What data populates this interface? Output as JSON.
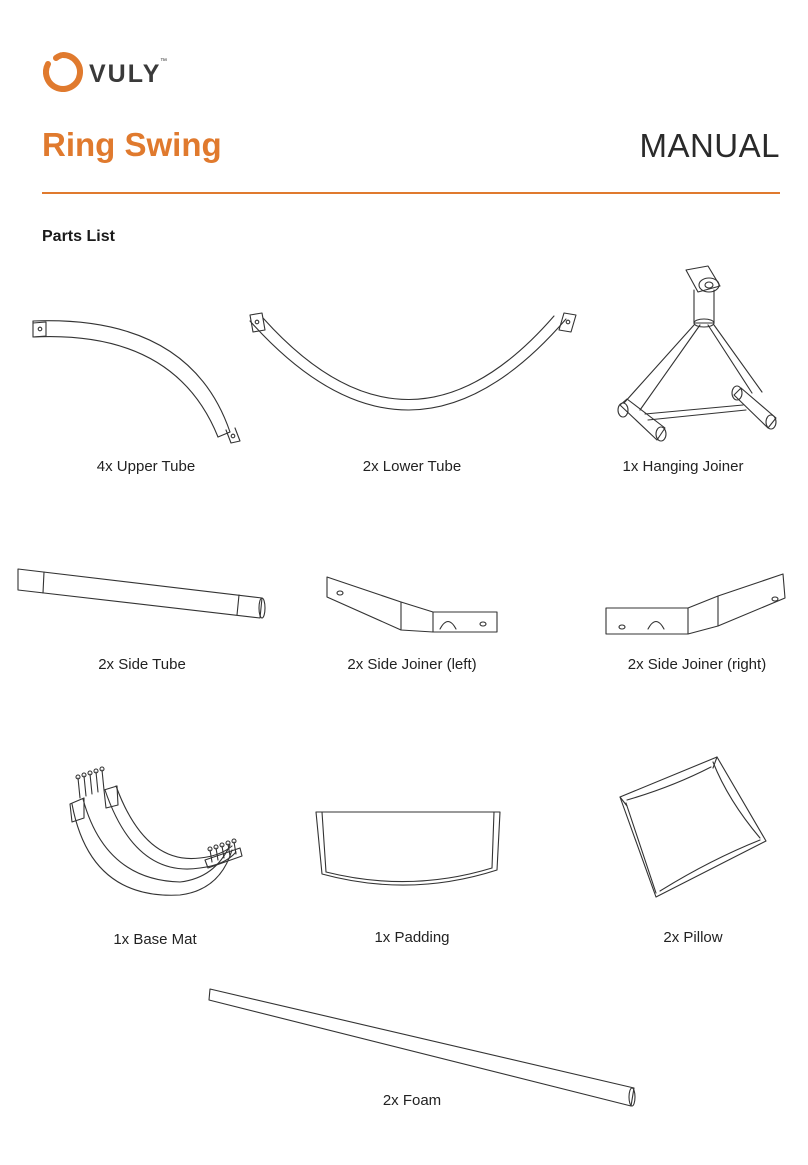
{
  "brand": {
    "name": "VULY",
    "trademark": "™"
  },
  "header": {
    "title": "Ring Swing",
    "doc_type": "MANUAL"
  },
  "section_title": "Parts List",
  "colors": {
    "accent": "#e07a2e",
    "text": "#1a1a1a"
  },
  "parts": [
    {
      "label": "4x Upper Tube"
    },
    {
      "label": "2x Lower Tube"
    },
    {
      "label": "1x Hanging Joiner"
    },
    {
      "label": "2x Side Tube"
    },
    {
      "label": "2x Side Joiner (left)"
    },
    {
      "label": "2x Side Joiner (right)"
    },
    {
      "label": "1x Base Mat"
    },
    {
      "label": "1x Padding"
    },
    {
      "label": "2x Pillow"
    },
    {
      "label": "2x Foam"
    }
  ]
}
